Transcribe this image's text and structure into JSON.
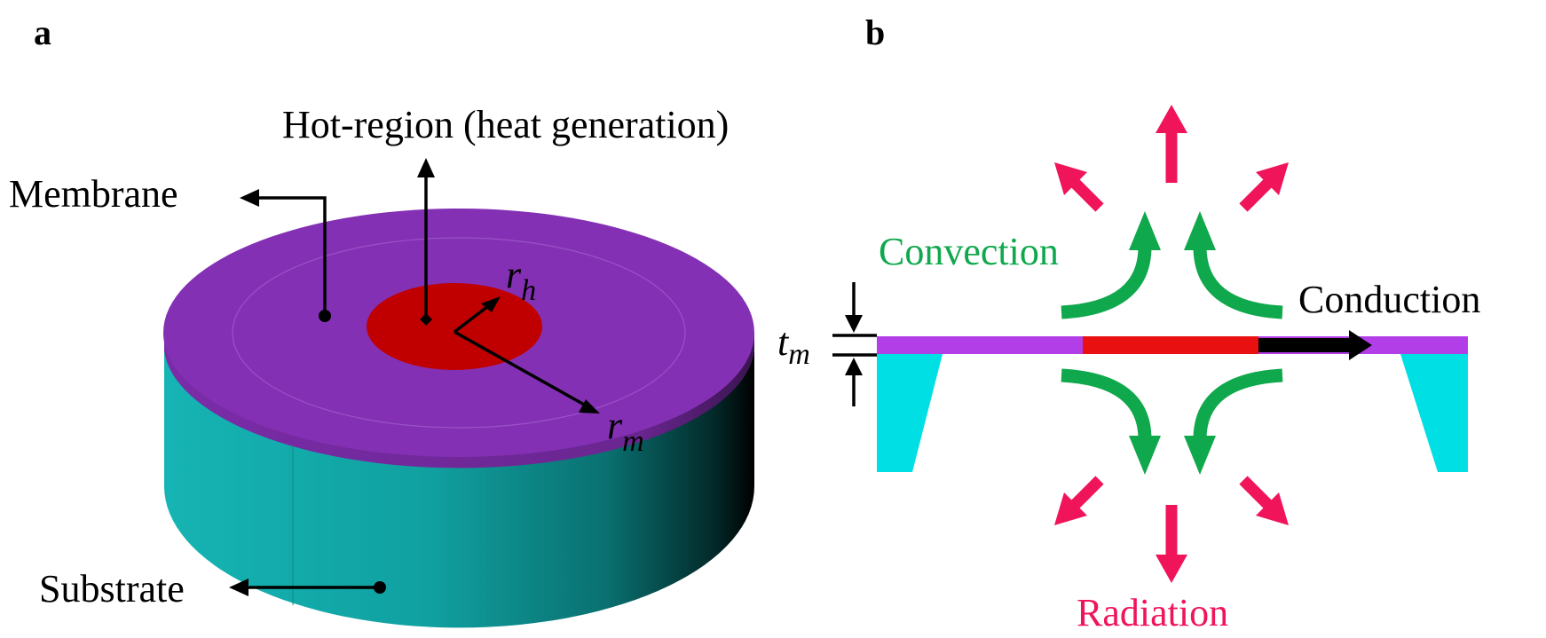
{
  "panels": {
    "a": {
      "label": "a",
      "labels": {
        "hot_region": "Hot-region (heat generation)",
        "membrane": "Membrane",
        "substrate": "Substrate",
        "r_h": {
          "base": "r",
          "sub": "h"
        },
        "r_m": {
          "base": "r",
          "sub": "m"
        }
      }
    },
    "b": {
      "label": "b",
      "labels": {
        "convection": "Convection",
        "conduction": "Conduction",
        "radiation": "Radiation",
        "t_m": {
          "base": "t",
          "sub": "m"
        }
      }
    }
  },
  "colors": {
    "membrane": "#8430b4",
    "membrane_edge": "#6c2894",
    "hot_region": "#c00000",
    "substrate_light": "#19b2b2",
    "substrate_dark": "#000000",
    "membrane_b": "#b23ee8",
    "heater_b": "#e81010",
    "substrate_b": "#00e0e4",
    "convection": "#10a84c",
    "radiation": "#f0145a",
    "conduction": "#000000"
  }
}
